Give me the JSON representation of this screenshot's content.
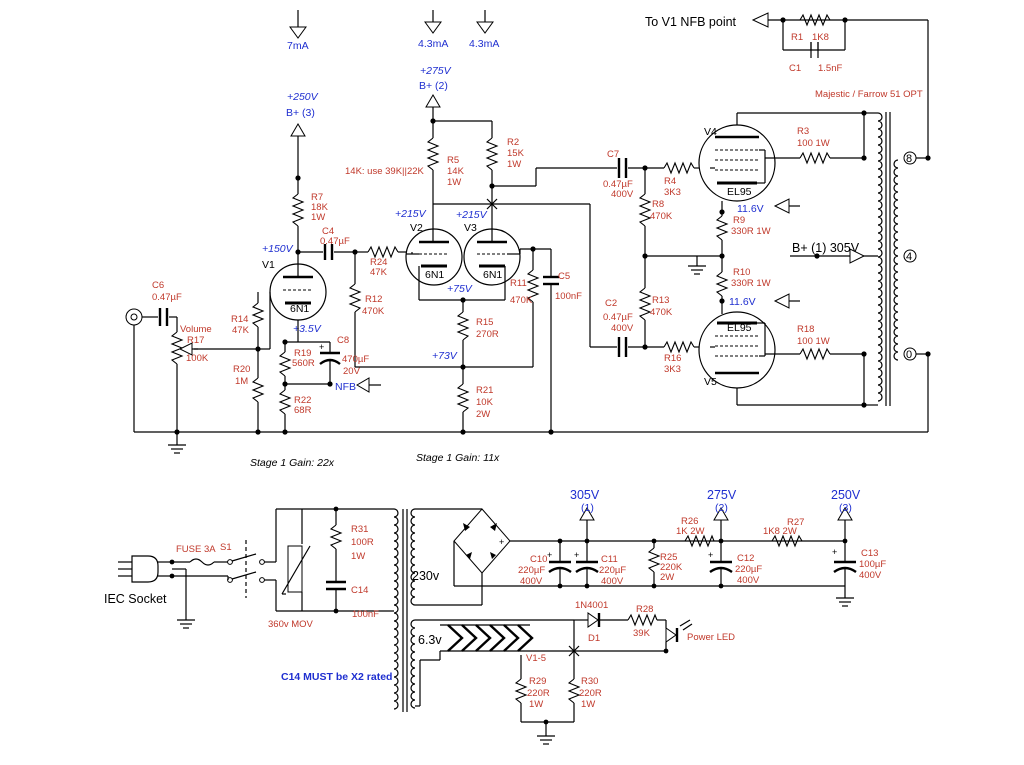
{
  "currents": [
    "7mA",
    "4.3mA",
    "4.3mA"
  ],
  "supply": {
    "b3_voltage": "+250V",
    "b3_label": "B+ (3)",
    "b2_voltage": "+275V",
    "b2_label": "B+ (2)",
    "b1_label": "B+ (1) 305V"
  },
  "nfb": {
    "to_point": "To V1 NFB point",
    "nfb_label": "NFB",
    "r1_name": "R1",
    "r1_value": "1K8",
    "c1_name": "C1",
    "c1_value": "1.5nF"
  },
  "opt": {
    "title": "Majestic / Farrow 51 OPT",
    "tap_8": "8",
    "tap_4": "4",
    "tap_0": "0"
  },
  "tubes": {
    "v1": "V1",
    "v1_type": "6N1",
    "v2": "V2",
    "v2_type": "6N1",
    "v3": "V3",
    "v3_type": "6N1",
    "v4": "V4",
    "v4_type": "EL95",
    "v5": "V5",
    "v5_type": "EL95"
  },
  "voltages": {
    "v1_plate": "+150V",
    "v1_cathode": "+3.5V",
    "v2_plate": "+215V",
    "v3_plate": "+215V",
    "v23_cathode": "+75V",
    "tail": "+73V",
    "v4_cathode": "11.6V",
    "v5_cathode": "11.6V"
  },
  "components": {
    "r7": [
      "R7",
      "18K",
      "1W"
    ],
    "r14": [
      "R14",
      "47K"
    ],
    "r17": [
      "Volume",
      "R17",
      "100K"
    ],
    "r20": [
      "R20",
      "1M"
    ],
    "r19": [
      "R19",
      "560R"
    ],
    "r22": [
      "R22",
      "68R"
    ],
    "c8": [
      "C8",
      "470µF",
      "20V"
    ],
    "c6": [
      "C6",
      "0.47µF"
    ],
    "c4": [
      "C4",
      "0.47µF"
    ],
    "r24": [
      "R24",
      "47K"
    ],
    "r12": [
      "R12",
      "470K"
    ],
    "r5": [
      "R5",
      "14K",
      "1W"
    ],
    "r5_note": "14K: use 39K||22K",
    "r2": [
      "R2",
      "15K",
      "1W"
    ],
    "r15": [
      "R15",
      "270R"
    ],
    "r21": [
      "R21",
      "10K",
      "2W"
    ],
    "r11": [
      "R11",
      "470K"
    ],
    "c5": [
      "C5",
      "100nF"
    ],
    "c7": [
      "C7",
      "0.47µF",
      "400V"
    ],
    "c2": [
      "C2",
      "0.47µF",
      "400V"
    ],
    "r8": [
      "R8",
      "470K"
    ],
    "r13": [
      "R13",
      "470K"
    ],
    "r4": [
      "R4",
      "3K3"
    ],
    "r16": [
      "R16",
      "3K3"
    ],
    "r3": [
      "R3",
      "100  1W"
    ],
    "r18": [
      "R18",
      "100  1W"
    ],
    "r9": [
      "R9",
      "330R  1W"
    ],
    "r10": [
      "R10",
      "330R  1W"
    ]
  },
  "gains": {
    "stage1a": "Stage 1 Gain: 22x",
    "stage1b": "Stage 1 Gain: 11x"
  },
  "psu": {
    "iec": "IEC Socket",
    "fuse": "FUSE 3A",
    "switch": "S1",
    "mov": "360v MOV",
    "r31": [
      "R31",
      "100R",
      "1W"
    ],
    "c14": [
      "C14",
      "100nF"
    ],
    "warning": "C14 MUST be X2 rated",
    "secondary_hv": "230v",
    "secondary_lv": "6.3v",
    "tap_305": "305V",
    "tap_305_n": "(1)",
    "tap_275": "275V",
    "tap_275_n": "(2)",
    "tap_250": "250V",
    "tap_250_n": "(3)",
    "c10": [
      "C10",
      "220µF",
      "400V"
    ],
    "c11": [
      "C11",
      "220µF",
      "400V"
    ],
    "r25": [
      "R25",
      "220K",
      "2W"
    ],
    "r26": [
      "R26",
      "1K  2W"
    ],
    "c12": [
      "C12",
      "220µF",
      "400V"
    ],
    "r27": [
      "R27",
      "1K8  2W"
    ],
    "c13": [
      "C13",
      "100µF",
      "400V"
    ],
    "d1": [
      "1N4001",
      "D1"
    ],
    "r28": [
      "R28",
      "39K"
    ],
    "led": "Power LED",
    "heater": "V1-5",
    "r29": [
      "R29",
      "220R",
      "1W"
    ],
    "r30": [
      "R30",
      "220R",
      "1W"
    ]
  }
}
